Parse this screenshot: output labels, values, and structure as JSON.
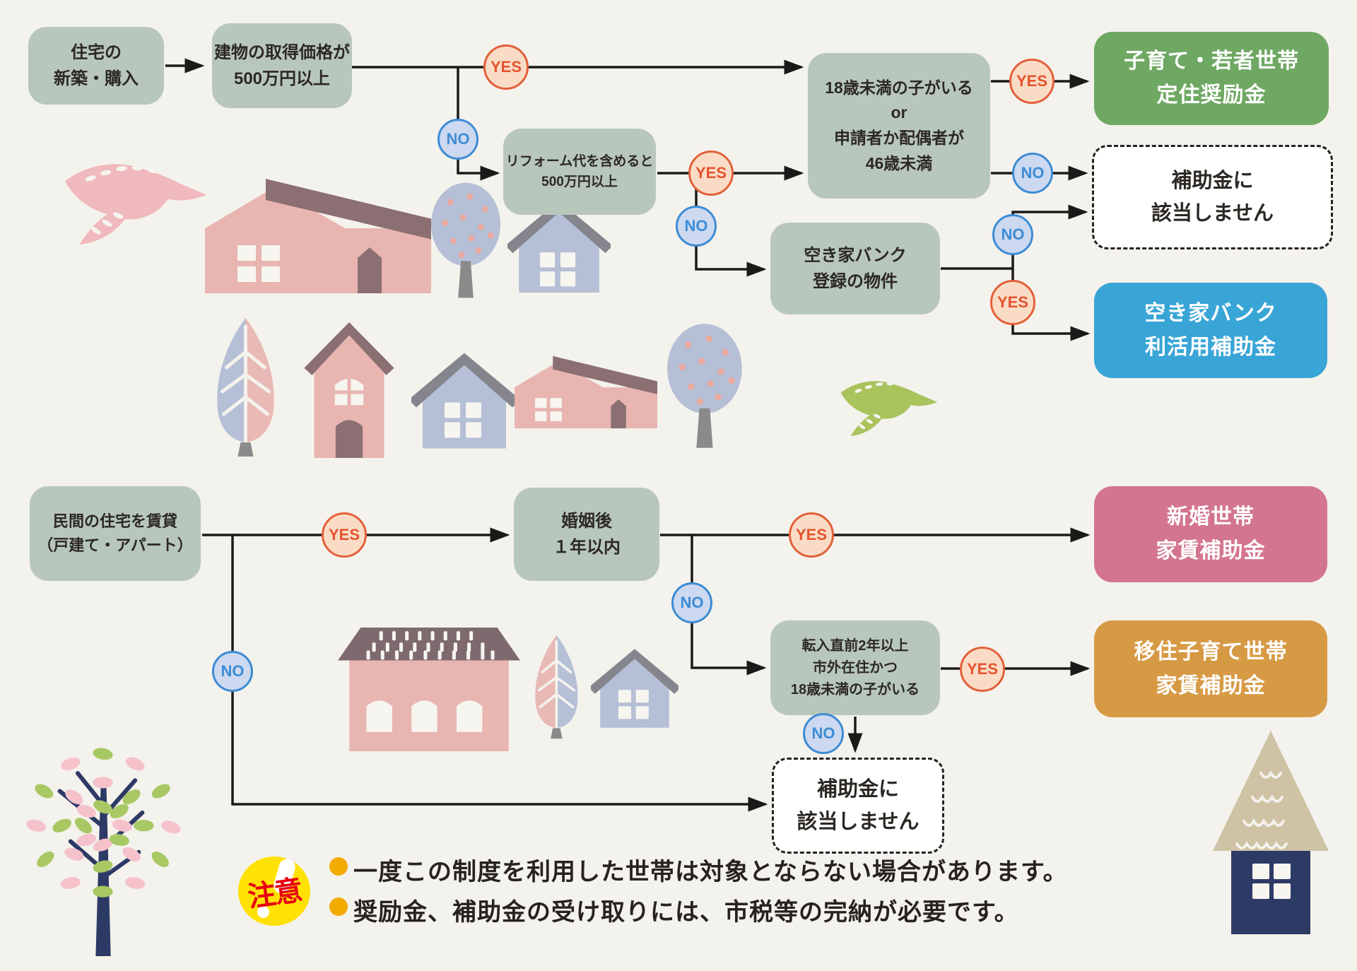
{
  "labels": {
    "yes": "YES",
    "no": "NO"
  },
  "flow_buy": {
    "start": "住宅の\n新築・購入",
    "price": "建物の取得価格が\n500万円以上",
    "reform": "リフォーム代を含めると\n500万円以上",
    "child_or_age": "18歳未満の子がいる\nor\n申請者か配偶者が\n46歳未満",
    "akiya_bank": "空き家バンク\n登録の物件",
    "result_kosodate": "子育て・若者世帯\n定住奨励金",
    "result_not_eligible": "補助金に\n該当しません",
    "result_akiya": "空き家バンク\n利活用補助金"
  },
  "flow_rent": {
    "start": "民間の住宅を賃貸\n（戸建て・アパート）",
    "marriage": "婚姻後\n１年以内",
    "move_in": "転入直前2年以上\n市外在住かつ\n18歳未満の子がいる",
    "result_newlywed": "新婚世帯\n家賃補助金",
    "result_iju": "移住子育て世帯\n家賃補助金",
    "result_not_eligible": "補助金に\n該当しません"
  },
  "notice": {
    "badge_label": "注意",
    "items": [
      "一度この制度を利用した世帯は対象とならない場合があります。",
      "奨励金、補助金の受け取りには、市税等の完納が必要です。"
    ]
  },
  "palette": {
    "background": "#f4f2ec",
    "decision_box": "#b8c7bc",
    "line": "#1c1a19",
    "yes_fill": "#fadcc6",
    "yes_border": "#e2603a",
    "no_fill": "#ccd9f0",
    "no_border": "#3d8cd4",
    "result_green": "#6fa863",
    "result_blue": "#39a5d7",
    "result_pink": "#d4758f",
    "result_orange": "#d79a44",
    "notice_yellow": "#ffe104",
    "notice_red": "#e60012",
    "bullet_orange": "#f2ab00"
  }
}
